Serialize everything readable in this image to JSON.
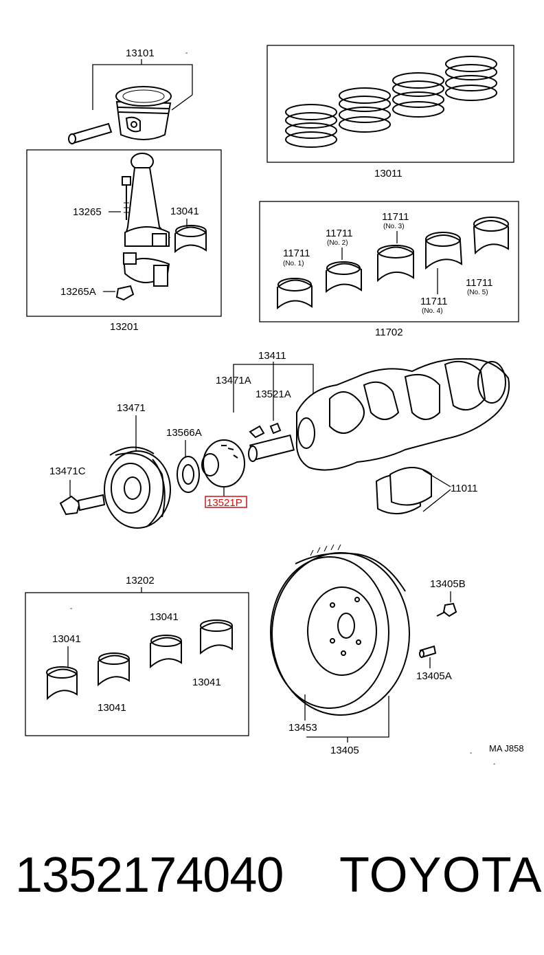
{
  "diagram": {
    "labels": {
      "piston": "13101",
      "ring_set": "13011",
      "rod_bolt": "13265",
      "rod_bearing": "13041",
      "rod_nut": "13265A",
      "conrod": "13201",
      "main_bearing_set": "11702",
      "mb1": "11711",
      "mb1_note": "(No. 1)",
      "mb2": "11711",
      "mb2_note": "(No. 2)",
      "mb3": "11711",
      "mb3_note": "(No. 3)",
      "mb4": "11711",
      "mb4_note": "(No. 4)",
      "mb5": "11711",
      "mb5_note": "(No. 5)",
      "crankshaft": "13411",
      "key_a": "13471A",
      "key_b": "13521A",
      "pulley": "13471",
      "spacer": "13566A",
      "bolt": "13471C",
      "timing_gear": "13521P",
      "thrust_washer": "11011",
      "bearing_set": "13202",
      "b1": "13041",
      "b2": "13041",
      "b3": "13041",
      "b4": "13041",
      "flywheel": "13405",
      "ring_gear": "13453",
      "fw_bolt": "13405B",
      "fw_pin": "13405A",
      "code": "MA J858"
    },
    "highlight_color": "#d01010"
  },
  "footer": {
    "part_number": "1352174040",
    "brand": "TOYOTA"
  }
}
